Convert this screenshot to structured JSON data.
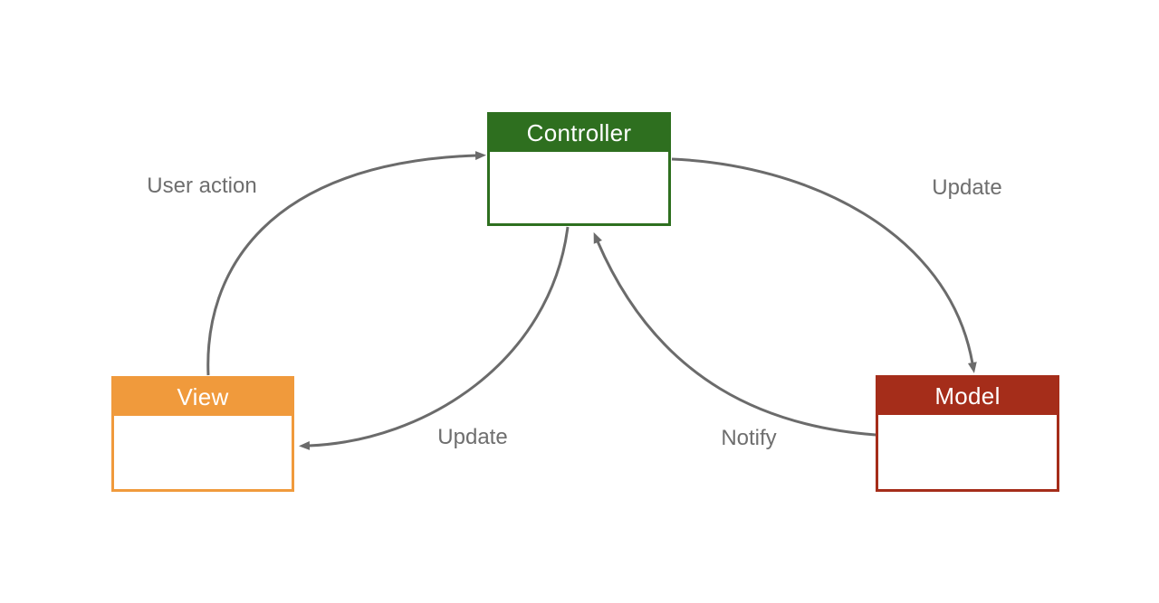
{
  "nodes": {
    "controller": {
      "label": "Controller",
      "color": "#2e6f1f"
    },
    "view": {
      "label": "View",
      "color": "#f09a3c"
    },
    "model": {
      "label": "Model",
      "color": "#a52d1a"
    }
  },
  "edges": {
    "user_action": {
      "label": "User action",
      "from": "View",
      "to": "Controller"
    },
    "update_model": {
      "label": "Update",
      "from": "Controller",
      "to": "Model"
    },
    "update_view": {
      "label": "Update",
      "from": "Controller",
      "to": "View"
    },
    "notify": {
      "label": "Notify",
      "from": "Model",
      "to": "Controller"
    }
  },
  "colors": {
    "controller": "#2e6f1f",
    "view": "#f09a3c",
    "model": "#a52d1a",
    "arrow": "#6b6b6b",
    "edge_label_text": "#6e6e6e",
    "node_label_text": "#ffffff",
    "background": "#ffffff"
  }
}
